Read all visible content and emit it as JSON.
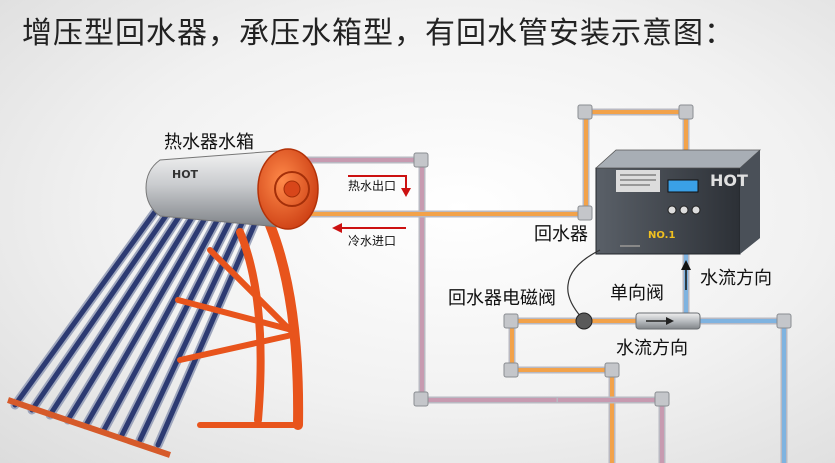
{
  "title": "增压型回水器，承压水箱型，有回水管安装示意图：",
  "labels": {
    "tank": "热水器水箱",
    "hot_outlet": "热水出口",
    "cold_inlet": "冷水进口",
    "return_device": "回水器",
    "solenoid_valve": "回水器电磁阀",
    "check_valve": "单向阀",
    "flow_dir_up": "水流方向",
    "flow_dir_pipe": "水流方向"
  },
  "device": {
    "brand": "HOT",
    "model": "NO.1"
  },
  "colors": {
    "pipe_orange": "#f2a24a",
    "pipe_blue": "#7fb3e0",
    "pipe_pink": "#c79ab0",
    "frame_orange": "#e8541c",
    "arrow_red": "#cc1111",
    "device_dark": "#3a4048"
  }
}
